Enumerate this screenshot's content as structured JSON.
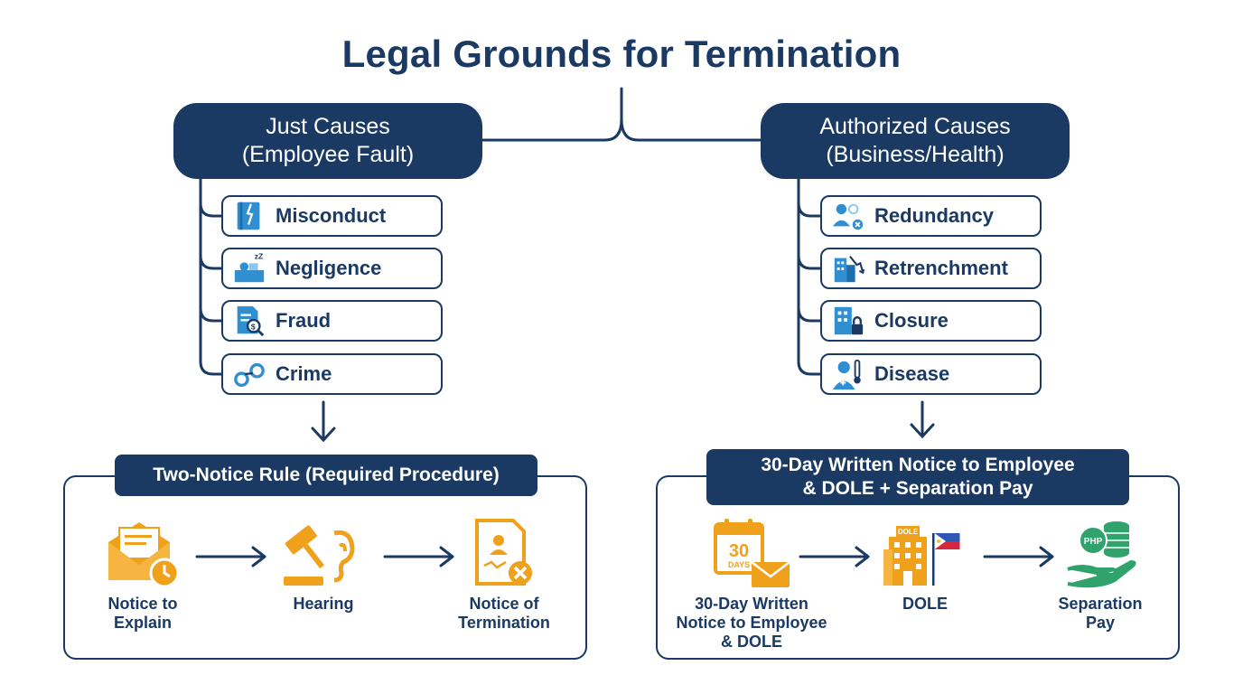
{
  "title": "Legal Grounds for Termination",
  "colors": {
    "navy": "#1b3a63",
    "blue_icon": "#2f8fd1",
    "orange_icon": "#f0a11c",
    "green_icon": "#2fa36b"
  },
  "just_causes": {
    "header_line1": "Just Causes",
    "header_line2": "(Employee Fault)",
    "items": [
      {
        "label": "Misconduct",
        "icon": "broken-book-icon"
      },
      {
        "label": "Negligence",
        "icon": "sleeping-worker-icon"
      },
      {
        "label": "Fraud",
        "icon": "document-magnifier-icon"
      },
      {
        "label": "Crime",
        "icon": "handcuffs-icon"
      }
    ],
    "procedure": {
      "title": "Two-Notice Rule (Required Procedure)",
      "steps": [
        {
          "label_line1": "Notice to",
          "label_line2": "Explain",
          "icon": "envelope-clock-icon"
        },
        {
          "label_line1": "Hearing",
          "label_line2": "",
          "icon": "gavel-ear-icon"
        },
        {
          "label_line1": "Notice of",
          "label_line2": "Termination",
          "icon": "document-x-icon"
        }
      ]
    }
  },
  "authorized_causes": {
    "header_line1": "Authorized Causes",
    "header_line2": "(Business/Health)",
    "items": [
      {
        "label": "Redundancy",
        "icon": "people-remove-icon"
      },
      {
        "label": "Retrenchment",
        "icon": "building-decline-icon"
      },
      {
        "label": "Closure",
        "icon": "building-lock-icon"
      },
      {
        "label": "Disease",
        "icon": "patient-thermometer-icon"
      }
    ],
    "procedure": {
      "title_line1": "30-Day Written Notice to Employee",
      "title_line2": "& DOLE + Separation Pay",
      "steps": [
        {
          "label_line1": "30-Day Written",
          "label_line2": "Notice to Employee",
          "label_line3": "& DOLE",
          "icon": "calendar-envelope-icon",
          "calendar_number": "30",
          "calendar_unit": "DAYS"
        },
        {
          "label_line1": "DOLE",
          "icon": "government-building-flag-icon",
          "building_sign": "DOLE"
        },
        {
          "label_line1": "Separation",
          "label_line2": "Pay",
          "icon": "hand-coins-icon",
          "coin_text": "PHP"
        }
      ]
    }
  }
}
